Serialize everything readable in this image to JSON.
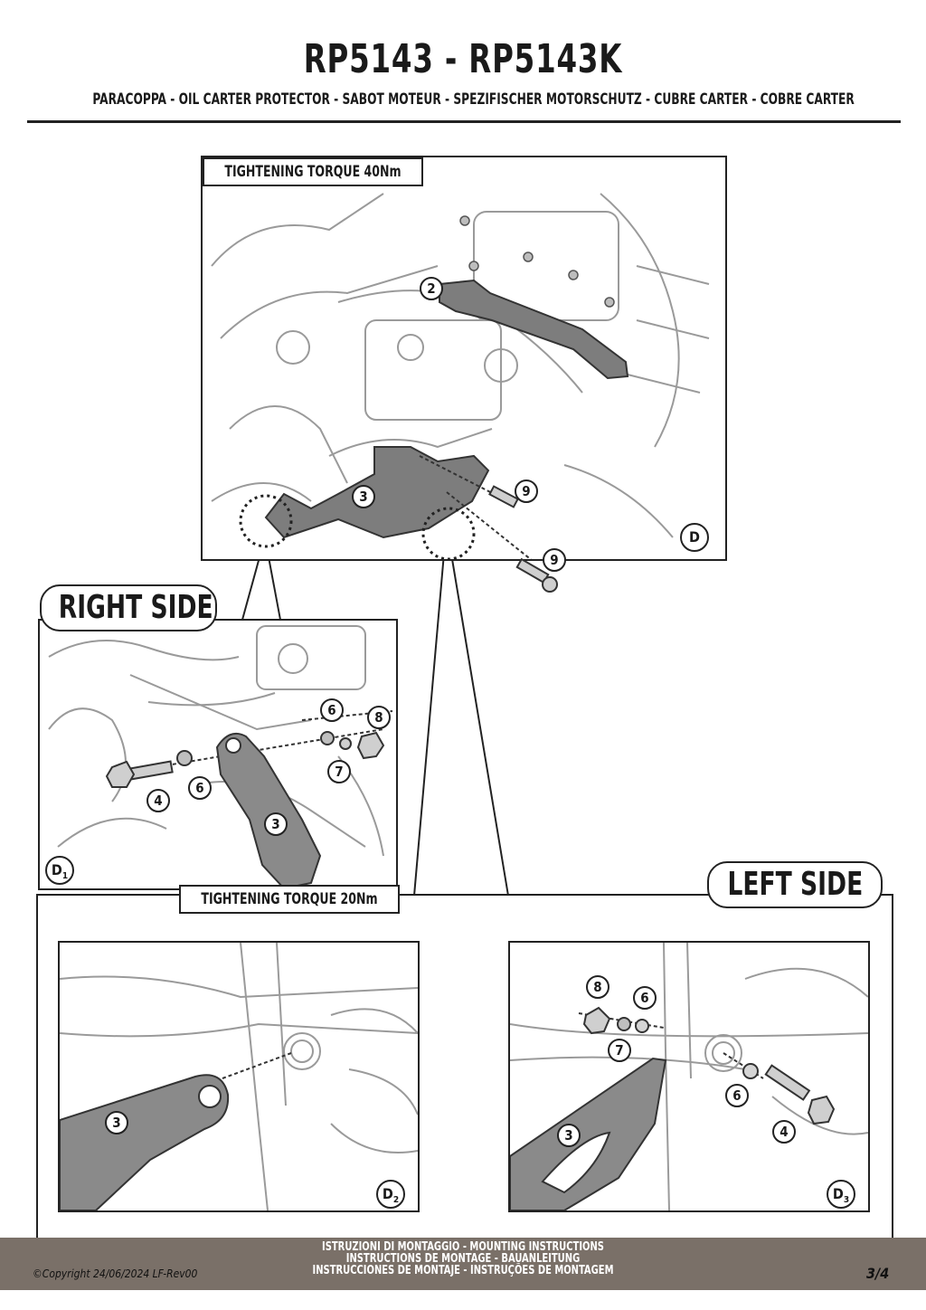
{
  "header": {
    "title": "RP5143 - RP5143K",
    "subtitle": "PARACOPPA  -  OIL CARTER PROTECTOR - SABOT MOTEUR - SPEZIFISCHER MOTORSCHUTZ - CUBRE CARTER - COBRE CARTER"
  },
  "view_d": {
    "torque": "TIGHTENING TORQUE 40Nm",
    "tag": "D",
    "callouts": [
      "2",
      "3",
      "9",
      "9"
    ]
  },
  "right_side": {
    "label": "RIGHT SIDE",
    "tag": "D",
    "tag_sub": "1",
    "callouts": [
      "6",
      "8",
      "7",
      "4",
      "6",
      "3"
    ]
  },
  "bottom": {
    "torque": "TIGHTENING TORQUE 20Nm",
    "left_label": "LEFT SIDE",
    "d2": {
      "tag": "D",
      "tag_sub": "2",
      "callouts": [
        "3"
      ]
    },
    "d3": {
      "tag": "D",
      "tag_sub": "3",
      "callouts": [
        "8",
        "6",
        "7",
        "6",
        "4",
        "3"
      ]
    }
  },
  "footer": {
    "line1": "ISTRUZIONI DI MONTAGGIO  -  MOUNTING INSTRUCTIONS",
    "line2": "INSTRUCTIONS DE MONTAGE - BAUANLEITUNG",
    "line3": "INSTRUCCIONES DE MONTAJE - INSTRUÇÕES DE MONTAGEM",
    "copyright": "©Copyright 24/06/2024 LF-Rev00",
    "page": "3/4"
  }
}
